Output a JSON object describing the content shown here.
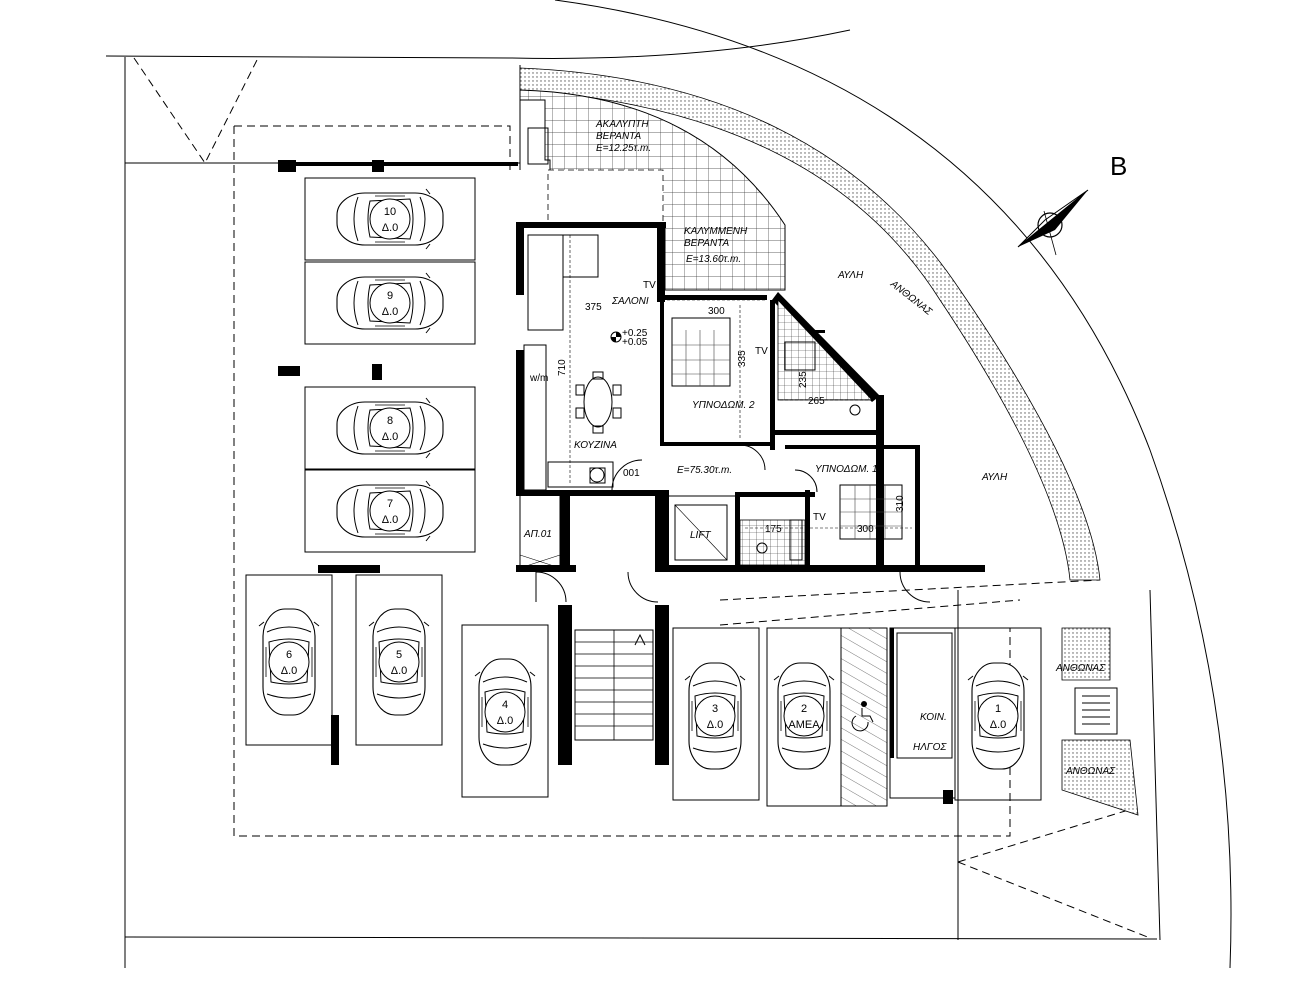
{
  "labels": {
    "uncovered_veranda_1": "ΑΚΑΛΥΠΤΗ",
    "uncovered_veranda_2": "ΒΕΡΑΝΤΑ",
    "uncovered_veranda_area": "Ε=12.25τ.m.",
    "covered_veranda_1": "ΚΑΛΥΜΜΕΝΗ",
    "covered_veranda_2": "ΒΕΡΑΝΤΑ",
    "covered_veranda_area": "Ε=13.60τ.m.",
    "yard_top": "ΑΥΛΗ",
    "yard_right": "ΑΥΛΗ",
    "street_curve": "ΑΝΘΩΝΑΣ",
    "street_right_1": "ΑΝΘΩΝΑΣ",
    "street_right_2": "ΑΝΘΩΝΑΣ",
    "living": "ΣΑΛΟΝΙ",
    "kitchen": "ΚΟΥΖΙΝΑ",
    "bedroom_2": "ΥΠΝΟΔΩΜ. 2",
    "bedroom_1": "ΥΠΝΟΔΩΜ. 1",
    "apartment_area": "Ε=75.30τ.m.",
    "apartment_code": "001",
    "lift": "LIFT",
    "storage": "ΑΠ.01",
    "common": "ΚΟΙΝ.",
    "parking_area": "ΗΛΓΟΣ",
    "tv_1": "TV",
    "tv_2": "TV",
    "tv_3": "TV",
    "level_1": "+0.25",
    "level_2": "+0.05",
    "dim_375": "375",
    "dim_300_a": "300",
    "dim_335": "335",
    "dim_710": "710",
    "dim_265": "265",
    "dim_235": "235",
    "dim_175": "175",
    "dim_300_b": "300",
    "dim_310": "310",
    "wm": "w/m",
    "north": "B"
  },
  "parking": [
    {
      "num": "10",
      "tag": "Δ.0"
    },
    {
      "num": "9",
      "tag": "Δ.0"
    },
    {
      "num": "8",
      "tag": "Δ.0"
    },
    {
      "num": "7",
      "tag": "Δ.0"
    },
    {
      "num": "6",
      "tag": "Δ.0"
    },
    {
      "num": "5",
      "tag": "Δ.0"
    },
    {
      "num": "4",
      "tag": "Δ.0"
    },
    {
      "num": "3",
      "tag": "Δ.0"
    },
    {
      "num": "2",
      "tag": "ΑΜΕΑ"
    },
    {
      "num": "1",
      "tag": "Δ.0"
    }
  ]
}
